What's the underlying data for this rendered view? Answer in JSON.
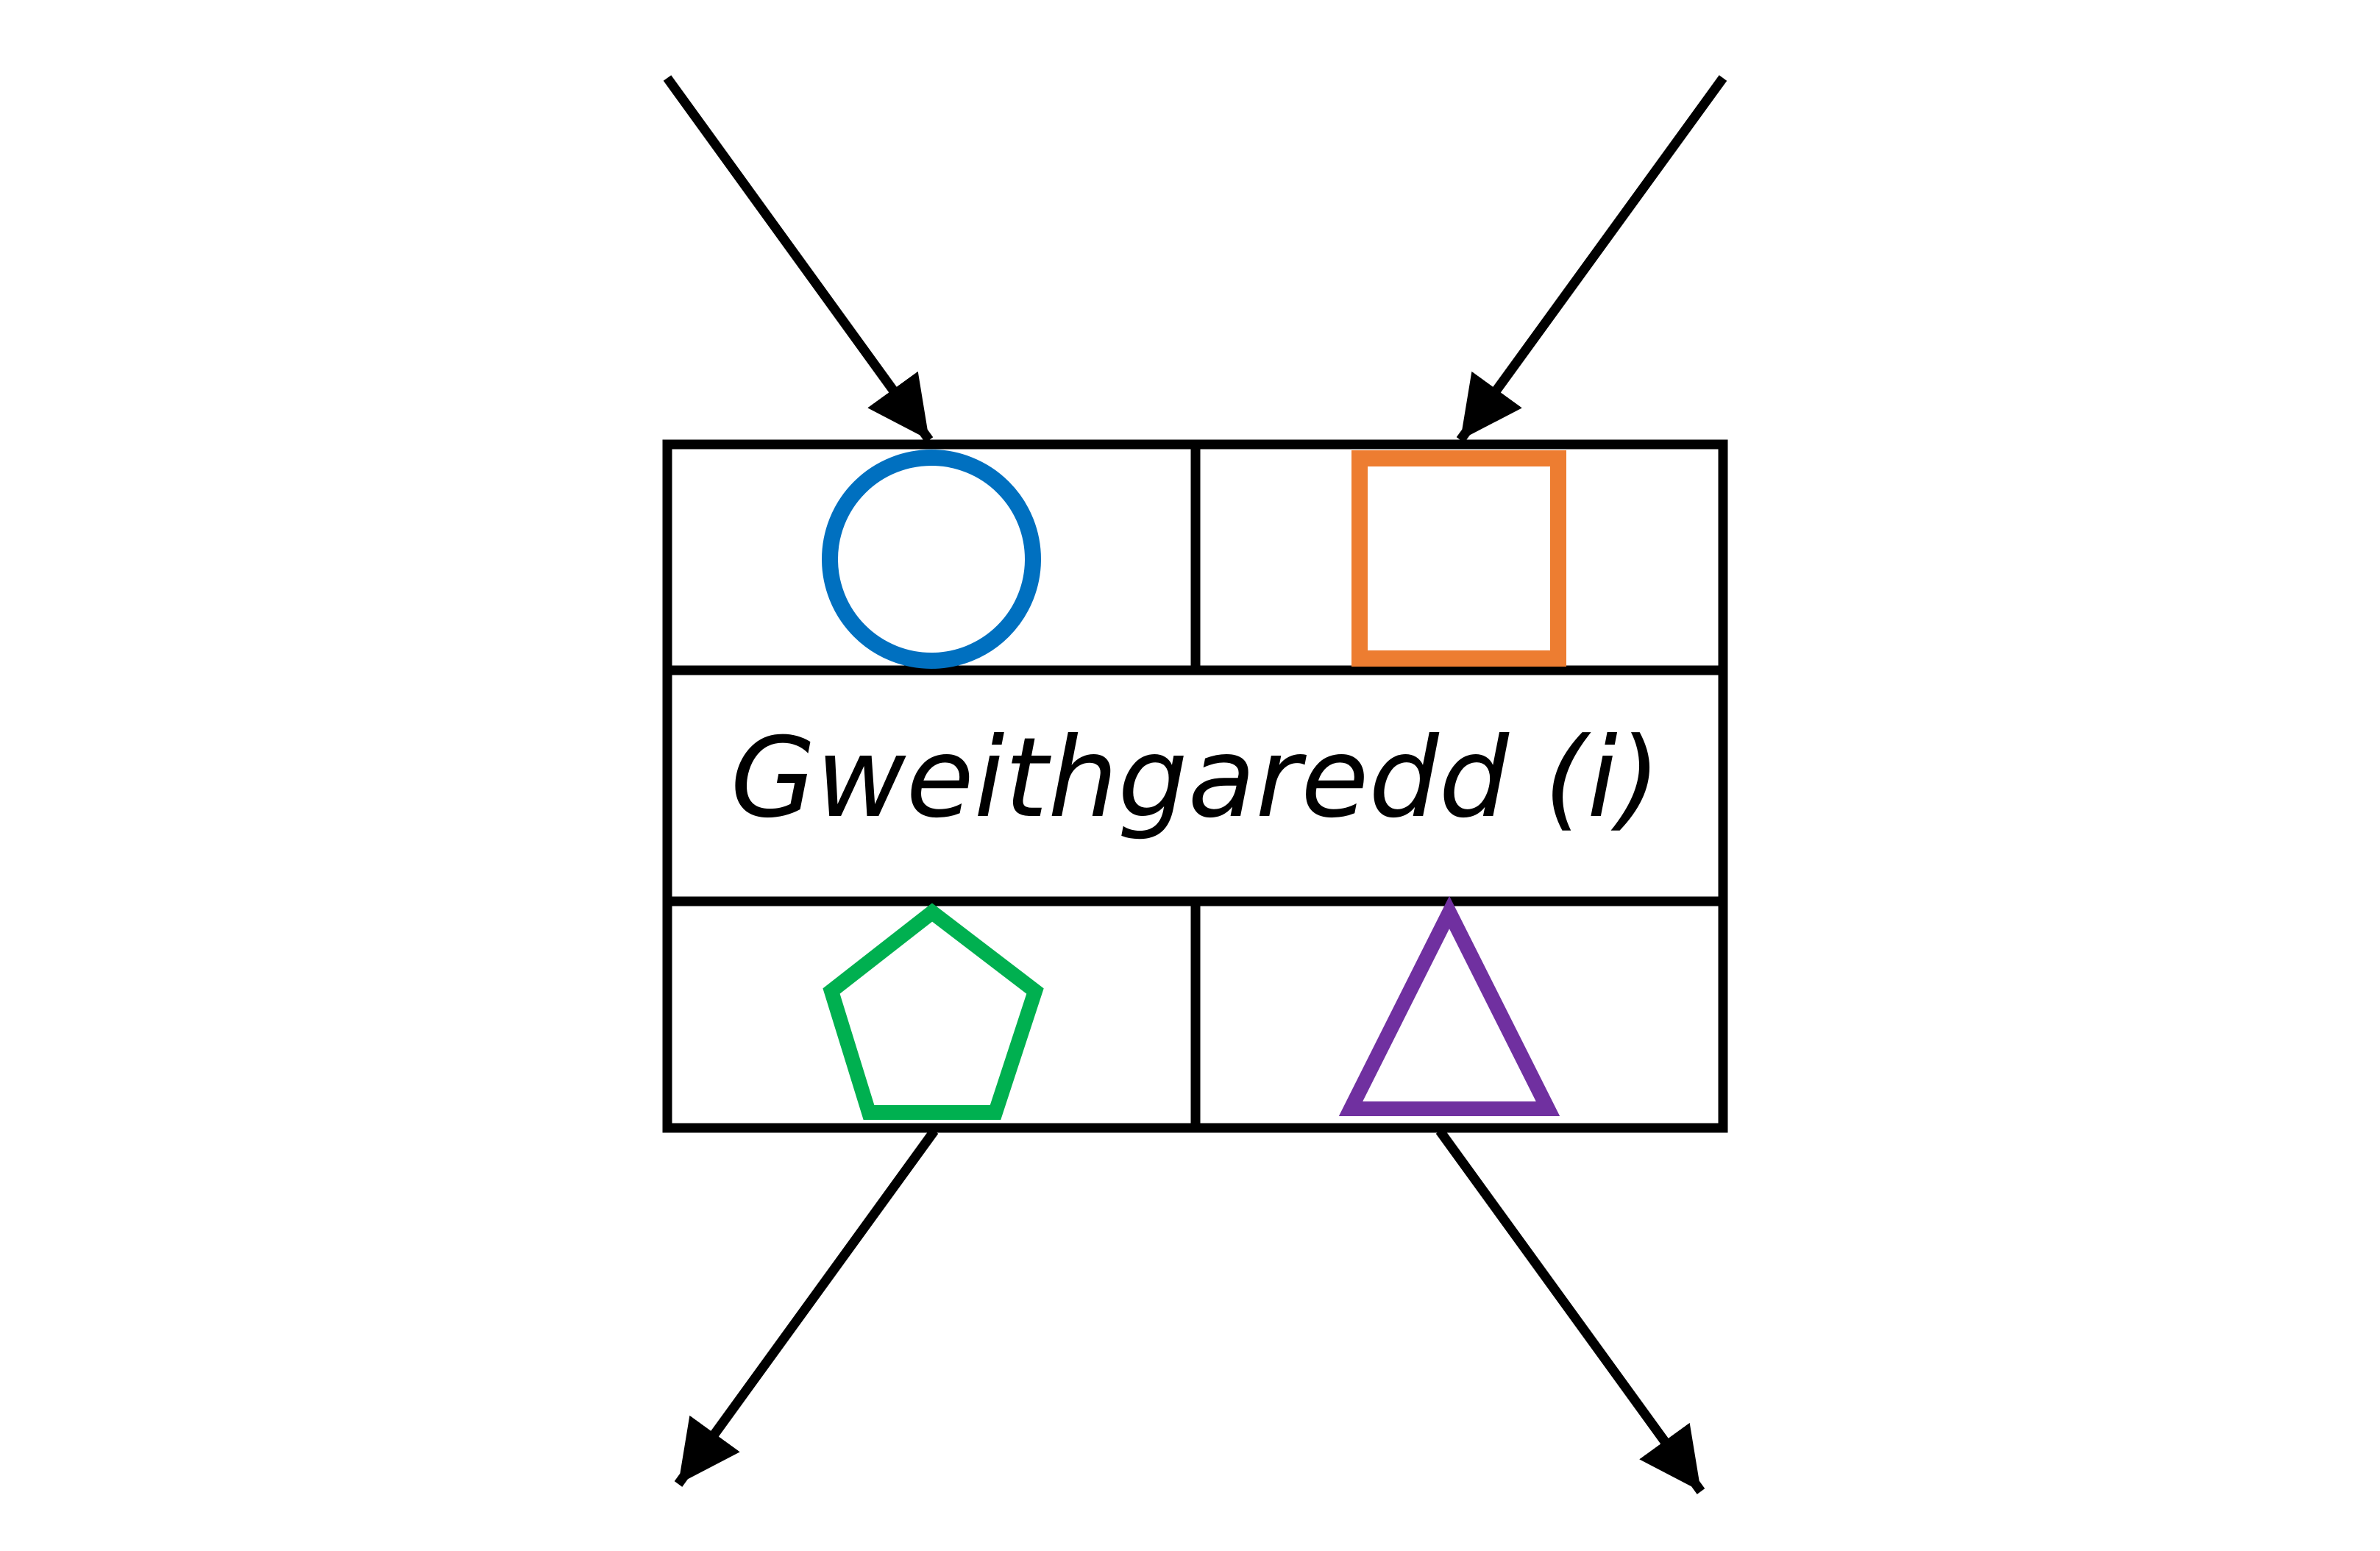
{
  "activity": {
    "label": "Gweithgaredd (i)"
  },
  "inputs": [
    {
      "shape": "circle",
      "color": "#0070C0"
    },
    {
      "shape": "square",
      "color": "#ED7D31"
    }
  ],
  "outputs": [
    {
      "shape": "pentagon",
      "color": "#00B050"
    },
    {
      "shape": "triangle",
      "color": "#7030A0"
    }
  ],
  "colors": {
    "line": "#000000",
    "background": "#ffffff"
  }
}
